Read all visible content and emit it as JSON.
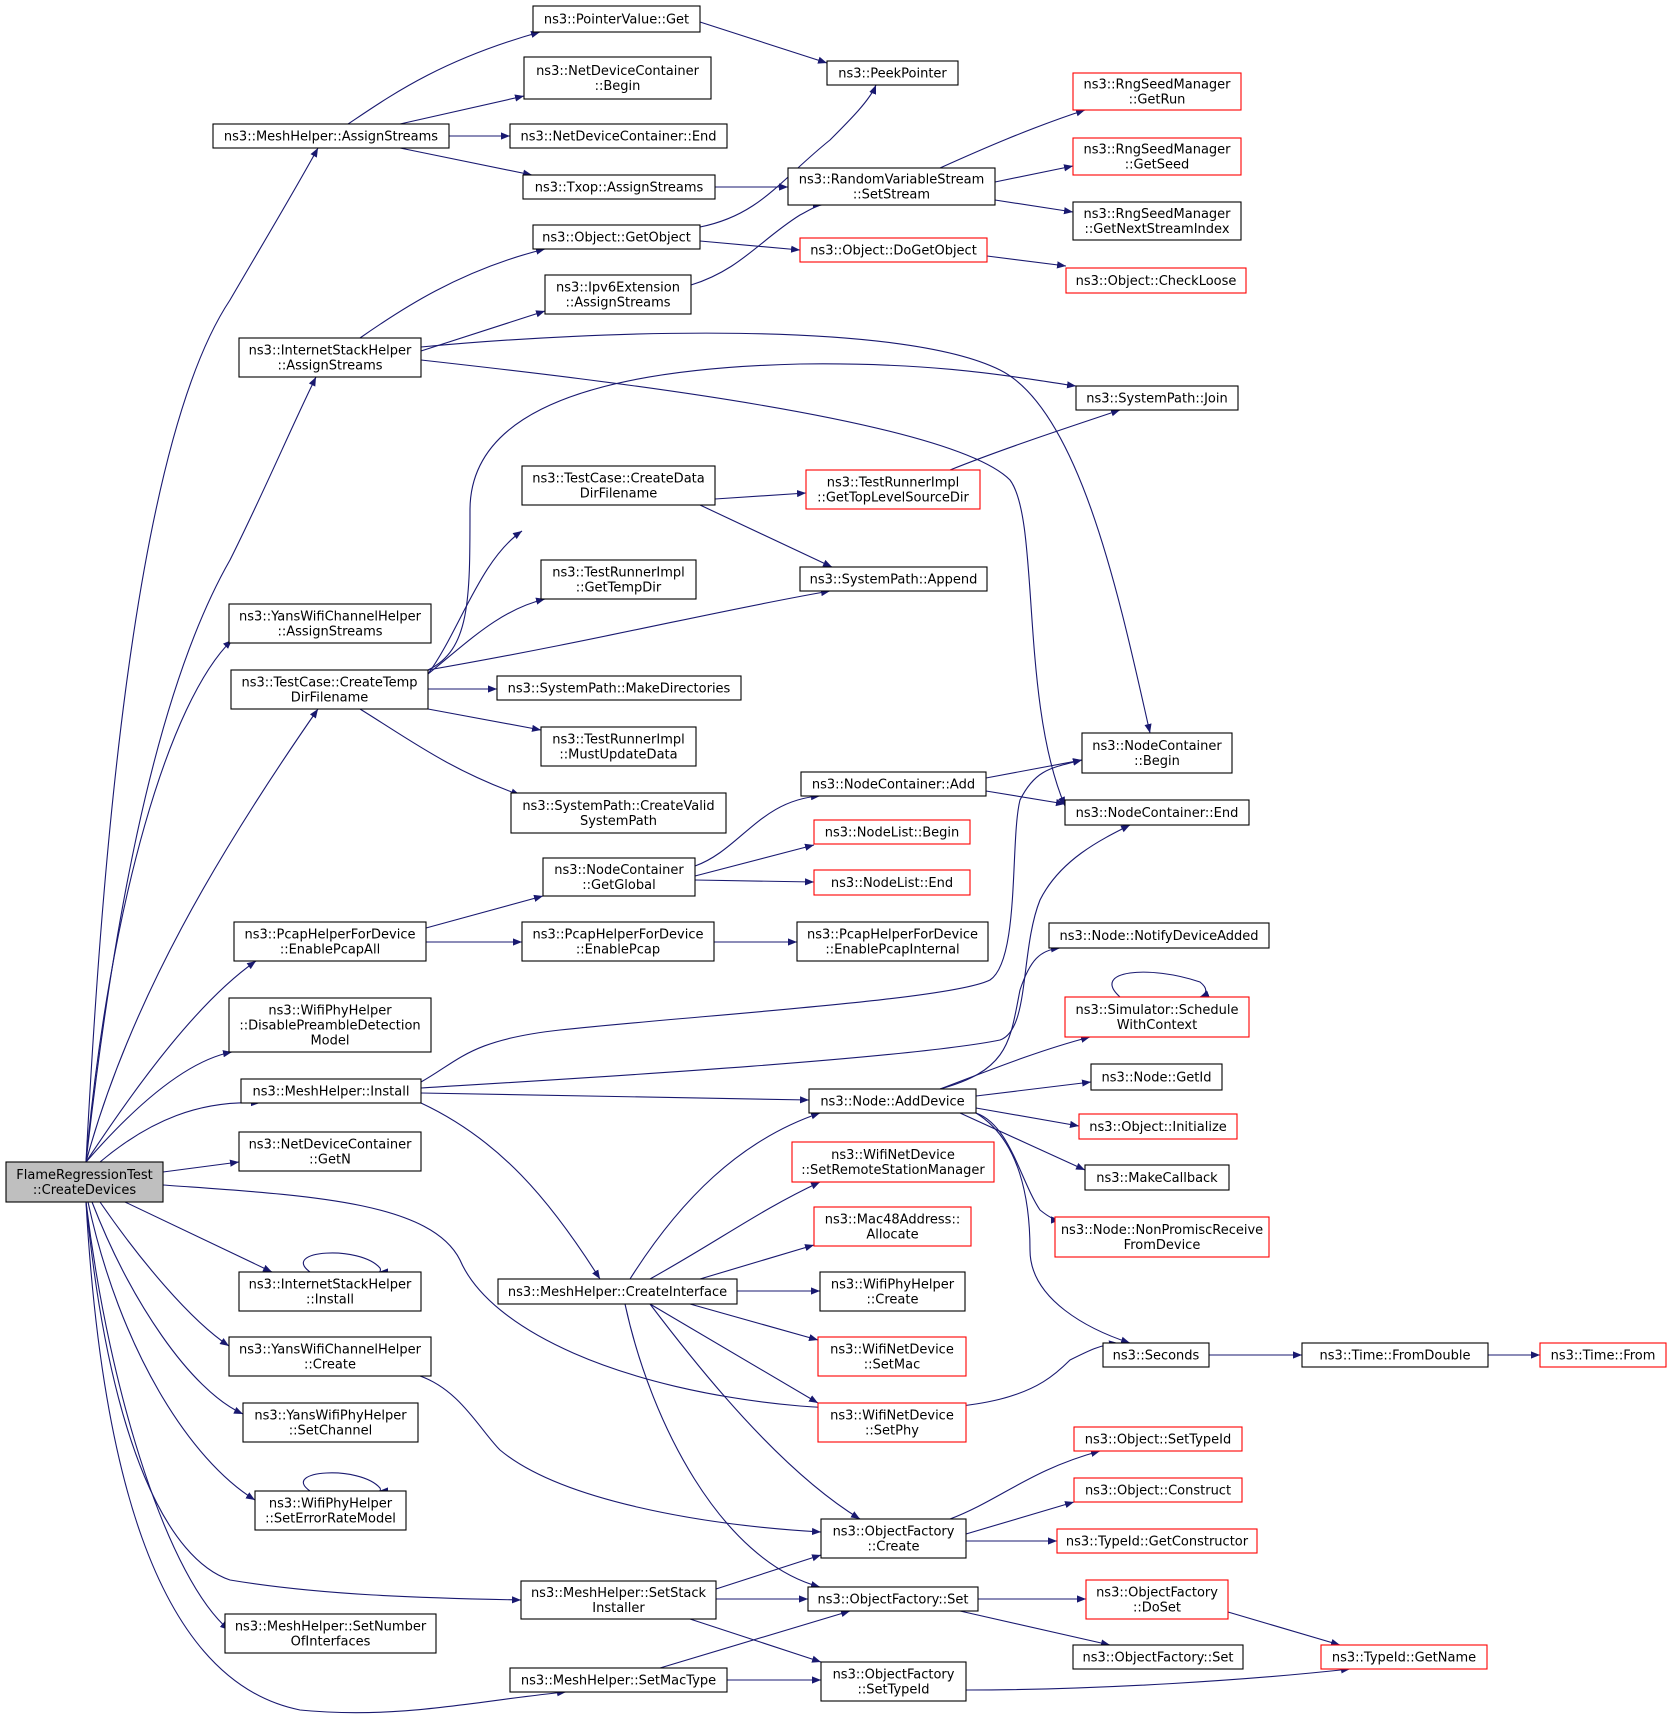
{
  "nodes": [
    {
      "id": "root",
      "lines": [
        "FlameRegressionTest",
        "::CreateDevices"
      ],
      "style": "root"
    },
    {
      "id": "mh_assign",
      "lines": [
        "ns3::MeshHelper::AssignStreams"
      ],
      "style": "black"
    },
    {
      "id": "ptr_get",
      "lines": [
        "ns3::PointerValue::Get"
      ],
      "style": "black"
    },
    {
      "id": "ndc_begin",
      "lines": [
        "ns3::NetDeviceContainer",
        "::Begin"
      ],
      "style": "black"
    },
    {
      "id": "ndc_end",
      "lines": [
        "ns3::NetDeviceContainer::End"
      ],
      "style": "black"
    },
    {
      "id": "txop",
      "lines": [
        "ns3::Txop::AssignStreams"
      ],
      "style": "black"
    },
    {
      "id": "peek",
      "lines": [
        "ns3::PeekPointer"
      ],
      "style": "black"
    },
    {
      "id": "rvs_set",
      "lines": [
        "ns3::RandomVariableStream",
        "::SetStream"
      ],
      "style": "black"
    },
    {
      "id": "rng_run",
      "lines": [
        "ns3::RngSeedManager",
        "::GetRun"
      ],
      "style": "red"
    },
    {
      "id": "rng_seed",
      "lines": [
        "ns3::RngSeedManager",
        "::GetSeed"
      ],
      "style": "red"
    },
    {
      "id": "rng_next",
      "lines": [
        "ns3::RngSeedManager",
        "::GetNextStreamIndex"
      ],
      "style": "black"
    },
    {
      "id": "obj_getobj",
      "lines": [
        "ns3::Object::GetObject"
      ],
      "style": "black"
    },
    {
      "id": "obj_doget",
      "lines": [
        "ns3::Object::DoGetObject"
      ],
      "style": "red"
    },
    {
      "id": "obj_check",
      "lines": [
        "ns3::Object::CheckLoose"
      ],
      "style": "red"
    },
    {
      "id": "ipv6_assign",
      "lines": [
        "ns3::Ipv6Extension",
        "::AssignStreams"
      ],
      "style": "black"
    },
    {
      "id": "ish_assign",
      "lines": [
        "ns3::InternetStackHelper",
        "::AssignStreams"
      ],
      "style": "black"
    },
    {
      "id": "sp_join",
      "lines": [
        "ns3::SystemPath::Join"
      ],
      "style": "black"
    },
    {
      "id": "tc_datadir",
      "lines": [
        "ns3::TestCase::CreateData",
        "DirFilename"
      ],
      "style": "black"
    },
    {
      "id": "tri_toplevel",
      "lines": [
        "ns3::TestRunnerImpl",
        "::GetTopLevelSourceDir"
      ],
      "style": "red"
    },
    {
      "id": "tri_tempdir",
      "lines": [
        "ns3::TestRunnerImpl",
        "::GetTempDir"
      ],
      "style": "black"
    },
    {
      "id": "sp_append",
      "lines": [
        "ns3::SystemPath::Append"
      ],
      "style": "black"
    },
    {
      "id": "ywch_assign",
      "lines": [
        "ns3::YansWifiChannelHelper",
        "::AssignStreams"
      ],
      "style": "black"
    },
    {
      "id": "tc_tempdir",
      "lines": [
        "ns3::TestCase::CreateTemp",
        "DirFilename"
      ],
      "style": "black"
    },
    {
      "id": "sp_mkdirs",
      "lines": [
        "ns3::SystemPath::MakeDirectories"
      ],
      "style": "black"
    },
    {
      "id": "tri_mustupd",
      "lines": [
        "ns3::TestRunnerImpl",
        "::MustUpdateData"
      ],
      "style": "black"
    },
    {
      "id": "sp_valid",
      "lines": [
        "ns3::SystemPath::CreateValid",
        "SystemPath"
      ],
      "style": "black"
    },
    {
      "id": "nc_begin",
      "lines": [
        "ns3::NodeContainer",
        "::Begin"
      ],
      "style": "black"
    },
    {
      "id": "nc_add",
      "lines": [
        "ns3::NodeContainer::Add"
      ],
      "style": "black"
    },
    {
      "id": "nc_end",
      "lines": [
        "ns3::NodeContainer::End"
      ],
      "style": "black"
    },
    {
      "id": "nl_begin",
      "lines": [
        "ns3::NodeList::Begin"
      ],
      "style": "red"
    },
    {
      "id": "nc_global",
      "lines": [
        "ns3::NodeContainer",
        "::GetGlobal"
      ],
      "style": "black"
    },
    {
      "id": "nl_end",
      "lines": [
        "ns3::NodeList::End"
      ],
      "style": "red"
    },
    {
      "id": "phd_all",
      "lines": [
        "ns3::PcapHelperForDevice",
        "::EnablePcapAll"
      ],
      "style": "black"
    },
    {
      "id": "phd_enable",
      "lines": [
        "ns3::PcapHelperForDevice",
        "::EnablePcap"
      ],
      "style": "black"
    },
    {
      "id": "phd_internal",
      "lines": [
        "ns3::PcapHelperForDevice",
        "::EnablePcapInternal"
      ],
      "style": "black"
    },
    {
      "id": "node_notify",
      "lines": [
        "ns3::Node::NotifyDeviceAdded"
      ],
      "style": "black"
    },
    {
      "id": "wph_disable",
      "lines": [
        "ns3::WifiPhyHelper",
        "::DisablePreambleDetection",
        "Model"
      ],
      "style": "black"
    },
    {
      "id": "sim_sched",
      "lines": [
        "ns3::Simulator::Schedule",
        "WithContext"
      ],
      "style": "red"
    },
    {
      "id": "mh_install",
      "lines": [
        "ns3::MeshHelper::Install"
      ],
      "style": "black"
    },
    {
      "id": "node_getid",
      "lines": [
        "ns3::Node::GetId"
      ],
      "style": "black"
    },
    {
      "id": "node_adddev",
      "lines": [
        "ns3::Node::AddDevice"
      ],
      "style": "black"
    },
    {
      "id": "obj_init",
      "lines": [
        "ns3::Object::Initialize"
      ],
      "style": "red"
    },
    {
      "id": "ndc_getn",
      "lines": [
        "ns3::NetDeviceContainer",
        "::GetN"
      ],
      "style": "black"
    },
    {
      "id": "wnd_setrsm",
      "lines": [
        "ns3::WifiNetDevice",
        "::SetRemoteStationManager"
      ],
      "style": "red"
    },
    {
      "id": "makecb",
      "lines": [
        "ns3::MakeCallback"
      ],
      "style": "black"
    },
    {
      "id": "mac48",
      "lines": [
        "ns3::Mac48Address::",
        "Allocate"
      ],
      "style": "red"
    },
    {
      "id": "node_nonprom",
      "lines": [
        "ns3::Node::NonPromiscReceive",
        "FromDevice"
      ],
      "style": "red"
    },
    {
      "id": "ish_install",
      "lines": [
        "ns3::InternetStackHelper",
        "::Install"
      ],
      "style": "black"
    },
    {
      "id": "mh_createif",
      "lines": [
        "ns3::MeshHelper::CreateInterface"
      ],
      "style": "black"
    },
    {
      "id": "wph_create",
      "lines": [
        "ns3::WifiPhyHelper",
        "::Create"
      ],
      "style": "black"
    },
    {
      "id": "ywch_create",
      "lines": [
        "ns3::YansWifiChannelHelper",
        "::Create"
      ],
      "style": "black"
    },
    {
      "id": "wnd_setmac",
      "lines": [
        "ns3::WifiNetDevice",
        "::SetMac"
      ],
      "style": "red"
    },
    {
      "id": "seconds",
      "lines": [
        "ns3::Seconds"
      ],
      "style": "black"
    },
    {
      "id": "time_fromdbl",
      "lines": [
        "ns3::Time::FromDouble"
      ],
      "style": "black"
    },
    {
      "id": "time_from",
      "lines": [
        "ns3::Time::From"
      ],
      "style": "red"
    },
    {
      "id": "ywph_setch",
      "lines": [
        "ns3::YansWifiPhyHelper",
        "::SetChannel"
      ],
      "style": "black"
    },
    {
      "id": "wnd_setphy",
      "lines": [
        "ns3::WifiNetDevice",
        "::SetPhy"
      ],
      "style": "red"
    },
    {
      "id": "obj_settype",
      "lines": [
        "ns3::Object::SetTypeId"
      ],
      "style": "red"
    },
    {
      "id": "wph_seterr",
      "lines": [
        "ns3::WifiPhyHelper",
        "::SetErrorRateModel"
      ],
      "style": "black"
    },
    {
      "id": "obj_construct",
      "lines": [
        "ns3::Object::Construct"
      ],
      "style": "red"
    },
    {
      "id": "of_create",
      "lines": [
        "ns3::ObjectFactory",
        "::Create"
      ],
      "style": "black"
    },
    {
      "id": "tid_getctor",
      "lines": [
        "ns3::TypeId::GetConstructor"
      ],
      "style": "red"
    },
    {
      "id": "mh_setstack",
      "lines": [
        "ns3::MeshHelper::SetStack",
        "Installer"
      ],
      "style": "black"
    },
    {
      "id": "of_set",
      "lines": [
        "ns3::ObjectFactory::Set"
      ],
      "style": "black"
    },
    {
      "id": "of_doset",
      "lines": [
        "ns3::ObjectFactory",
        "::DoSet"
      ],
      "style": "red"
    },
    {
      "id": "mh_setnum",
      "lines": [
        "ns3::MeshHelper::SetNumber",
        "OfInterfaces"
      ],
      "style": "black"
    },
    {
      "id": "of_set2",
      "lines": [
        "ns3::ObjectFactory::Set"
      ],
      "style": "black"
    },
    {
      "id": "tid_getname",
      "lines": [
        "ns3::TypeId::GetName"
      ],
      "style": "red"
    },
    {
      "id": "mh_setmac",
      "lines": [
        "ns3::MeshHelper::SetMacType"
      ],
      "style": "black"
    },
    {
      "id": "of_settype",
      "lines": [
        "ns3::ObjectFactory",
        "::SetTypeId"
      ],
      "style": "black"
    }
  ]
}
